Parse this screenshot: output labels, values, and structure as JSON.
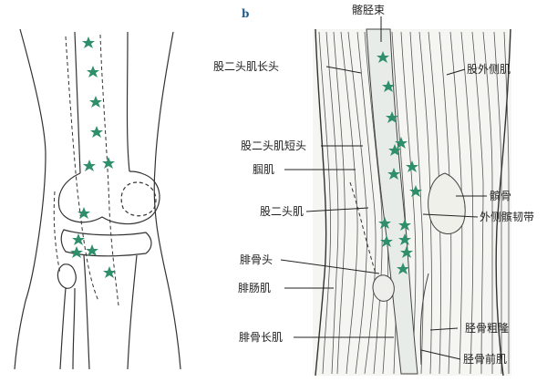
{
  "panel_letter": "b",
  "marker": {
    "shape": "star",
    "color": "#2f8f6a"
  },
  "labels": {
    "itb": "髂胫束",
    "biceps_long": "股二头肌长头",
    "vastus_lat": "股外侧肌",
    "biceps_short": "股二头肌短头",
    "hamstring": "腘肌",
    "biceps": "股二头肌",
    "patella": "髌骨",
    "lat_retinaculum": "外侧髌韧带",
    "fibular_head": "腓骨头",
    "gastrocnemius": "腓肠肌",
    "tibial_tub": "胫骨粗隆",
    "peroneus_longus": "腓骨长肌",
    "tibialis_ant": "胫骨前肌"
  }
}
